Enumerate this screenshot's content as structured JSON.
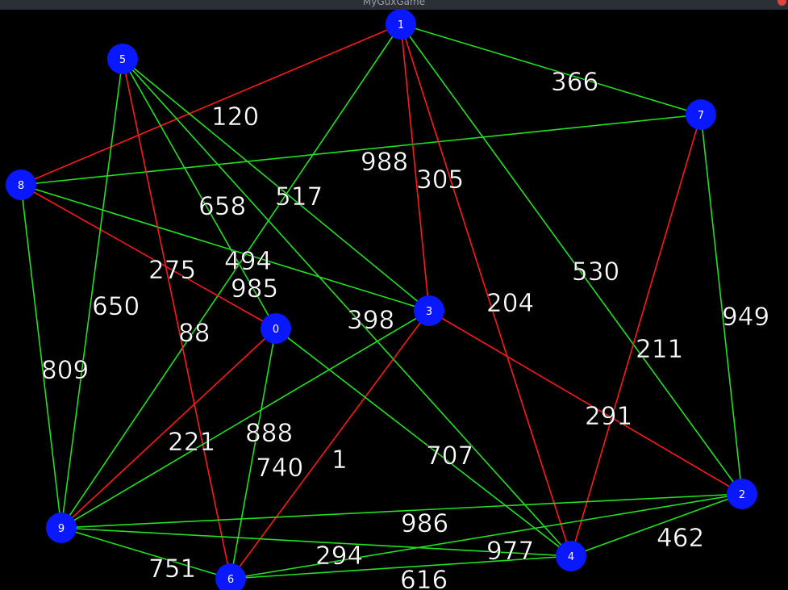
{
  "window": {
    "title": "MyGuxGame"
  },
  "colors": {
    "background": "#000000",
    "node": "#0a18ff",
    "path_edge": "#ff1a1a",
    "edge": "#22e022",
    "weight_text": "#ffffff",
    "node_text": "#ffffff"
  },
  "nodes": [
    {
      "id": "0",
      "label": "0"
    },
    {
      "id": "1",
      "label": "1"
    },
    {
      "id": "2",
      "label": "2"
    },
    {
      "id": "3",
      "label": "3"
    },
    {
      "id": "4",
      "label": "4"
    },
    {
      "id": "5",
      "label": "5"
    },
    {
      "id": "6",
      "label": "6"
    },
    {
      "id": "7",
      "label": "7"
    },
    {
      "id": "8",
      "label": "8"
    },
    {
      "id": "9",
      "label": "9"
    }
  ],
  "edges": [
    {
      "from": "1",
      "to": "7",
      "weight": "366",
      "highlighted": false
    },
    {
      "from": "1",
      "to": "8",
      "weight": "120",
      "highlighted": true
    },
    {
      "from": "8",
      "to": "7",
      "weight": "988",
      "highlighted": false
    },
    {
      "from": "1",
      "to": "3",
      "weight": "305",
      "highlighted": true
    },
    {
      "from": "1",
      "to": "9",
      "weight": "517",
      "highlighted": false
    },
    {
      "from": "5",
      "to": "0",
      "weight": "658",
      "highlighted": false
    },
    {
      "from": "5",
      "to": "3",
      "weight": "494",
      "highlighted": false
    },
    {
      "from": "8",
      "to": "0",
      "weight": "275",
      "highlighted": true
    },
    {
      "from": "8",
      "to": "3",
      "weight": "985",
      "highlighted": false
    },
    {
      "from": "1",
      "to": "2",
      "weight": "530",
      "highlighted": false
    },
    {
      "from": "5",
      "to": "9",
      "weight": "650",
      "highlighted": false
    },
    {
      "from": "5",
      "to": "6",
      "weight": "88",
      "highlighted": true
    },
    {
      "from": "5",
      "to": "4",
      "weight": "398",
      "highlighted": false
    },
    {
      "from": "1",
      "to": "4",
      "weight": "204",
      "highlighted": true
    },
    {
      "from": "7",
      "to": "2",
      "weight": "949",
      "highlighted": false
    },
    {
      "from": "7",
      "to": "4",
      "weight": "211",
      "highlighted": true
    },
    {
      "from": "8",
      "to": "9",
      "weight": "809",
      "highlighted": false
    },
    {
      "from": "3",
      "to": "2",
      "weight": "291",
      "highlighted": true
    },
    {
      "from": "0",
      "to": "9",
      "weight": "221",
      "highlighted": true
    },
    {
      "from": "3",
      "to": "9",
      "weight": "888",
      "highlighted": false
    },
    {
      "from": "0",
      "to": "6",
      "weight": "740",
      "highlighted": false
    },
    {
      "from": "3",
      "to": "6",
      "weight": "1",
      "highlighted": true
    },
    {
      "from": "0",
      "to": "4",
      "weight": "707",
      "highlighted": false
    },
    {
      "from": "9",
      "to": "2",
      "weight": "986",
      "highlighted": false
    },
    {
      "from": "9",
      "to": "4",
      "weight": "977",
      "highlighted": false
    },
    {
      "from": "2",
      "to": "4",
      "weight": "462",
      "highlighted": false
    },
    {
      "from": "9",
      "to": "6",
      "weight": "751",
      "highlighted": false
    },
    {
      "from": "6",
      "to": "2",
      "weight": "294",
      "highlighted": false
    },
    {
      "from": "6",
      "to": "4",
      "weight": "616",
      "highlighted": false
    }
  ]
}
